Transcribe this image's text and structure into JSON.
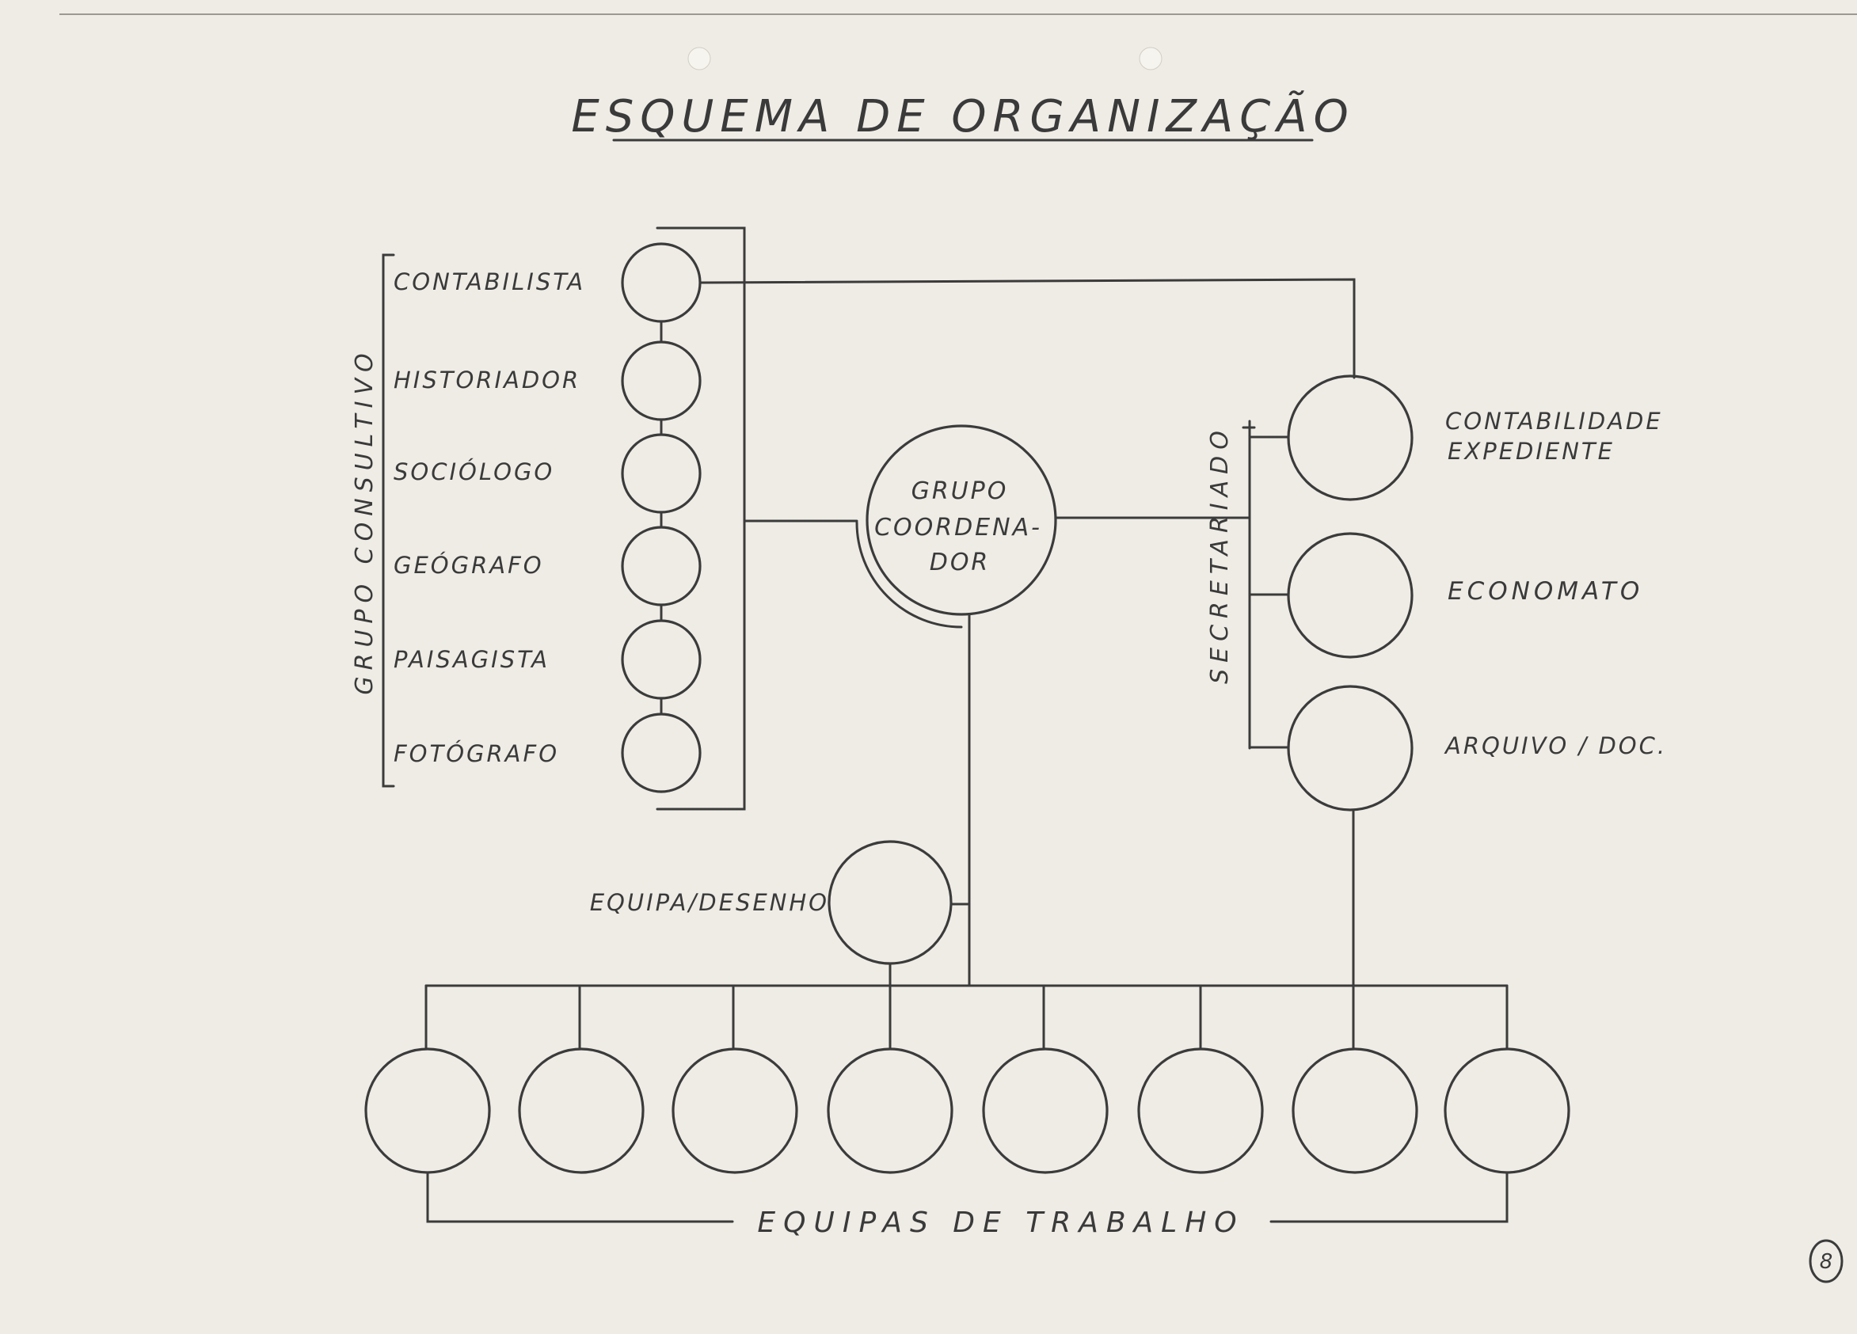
{
  "title": "ESQUEMA DE ORGANIZAÇÃO",
  "advisory_group": {
    "label": "GRUPO CONSULTIVO",
    "members": [
      "CONTABILISTA",
      "HISTORIADOR",
      "SOCIÓLOGO",
      "GEÓGRAFO",
      "PAISAGISTA",
      "FOTÓGRAFO"
    ]
  },
  "coordinator": {
    "lines": [
      "GRUPO",
      "COORDENA-",
      "DOR"
    ]
  },
  "secretariat": {
    "label": "SECRETARIADO",
    "units": [
      [
        "CONTABILIDADE",
        "EXPEDIENTE"
      ],
      [
        "ECONOMATO"
      ],
      [
        "ARQUIVO / DOC."
      ]
    ]
  },
  "drawing_team": "EQUIPA/DESENHO",
  "work_teams": {
    "label": "EQUIPAS DE TRABALHO",
    "count": 8
  },
  "page_mark": "8"
}
